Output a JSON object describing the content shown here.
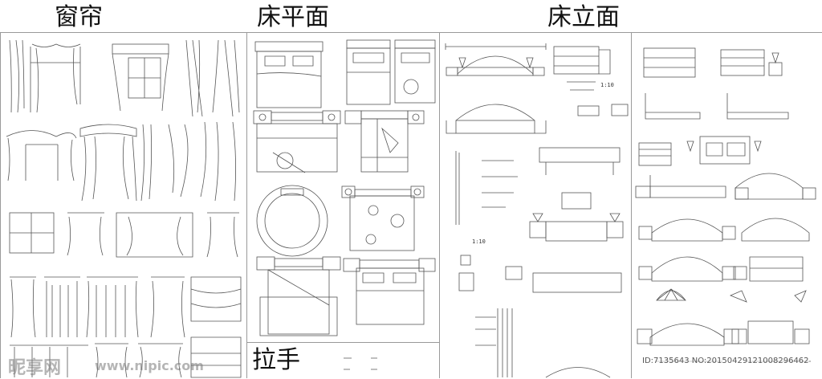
{
  "sections": {
    "curtains": {
      "title": "窗帘"
    },
    "bed_plan": {
      "title": "床平面"
    },
    "bed_elevation": {
      "title": "床立面"
    },
    "handle": {
      "title": "拉手"
    }
  },
  "scale_labels": {
    "a": "1:10",
    "b": "1:10"
  },
  "watermark": {
    "logo": "昵享网",
    "site": "www.nipic.com",
    "id": "ID:7135643 NO:20150429121008296462"
  },
  "colors": {
    "line": "#555555",
    "bg": "#ffffff",
    "divider": "#9a9a9a"
  }
}
